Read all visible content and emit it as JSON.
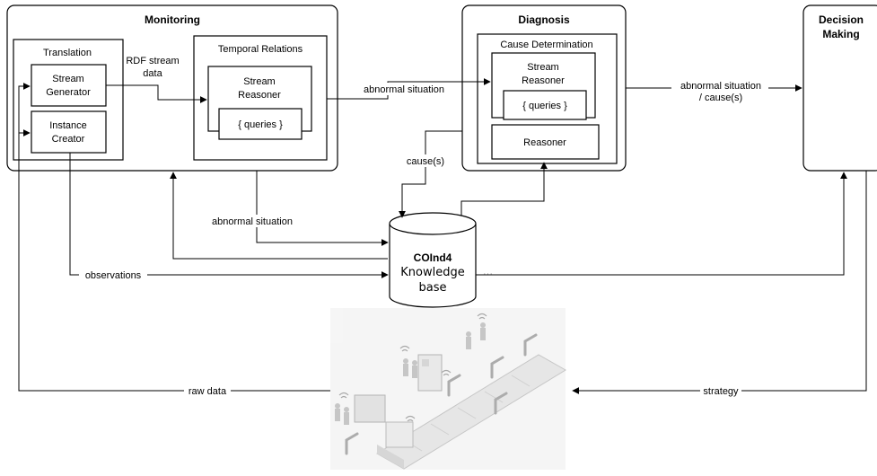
{
  "monitoring": {
    "title": "Monitoring",
    "translation": {
      "title": "Translation",
      "stream_generator": [
        "Stream",
        "Generator"
      ],
      "instance_creator": [
        "Instance",
        "Creator"
      ]
    },
    "rdf_label": [
      "RDF stream",
      "data"
    ],
    "temporal": {
      "title": "Temporal Relations",
      "stream_reasoner": [
        "Stream",
        "Reasoner"
      ],
      "queries": "{ queries }"
    }
  },
  "diagnosis": {
    "title": "Diagnosis",
    "cause": {
      "title": "Cause Determination",
      "stream_reasoner": [
        "Stream",
        "Reasoner"
      ],
      "queries": "{ queries }",
      "reasoner": "Reasoner"
    }
  },
  "decision": {
    "title": [
      "Decision",
      "Making"
    ]
  },
  "kb": {
    "name": "COInd4",
    "line1": "Knowledge",
    "line2": "base"
  },
  "edges": {
    "abnormal_situation_top": "abnormal situation",
    "abnormal_situation_cause": [
      "abnormal situation",
      "/ cause(s)"
    ],
    "causes": "cause(s)",
    "abnormal_situation_bottom": "abnormal situation",
    "observations": "observations",
    "raw_data": "raw data",
    "strategy": "strategy"
  }
}
